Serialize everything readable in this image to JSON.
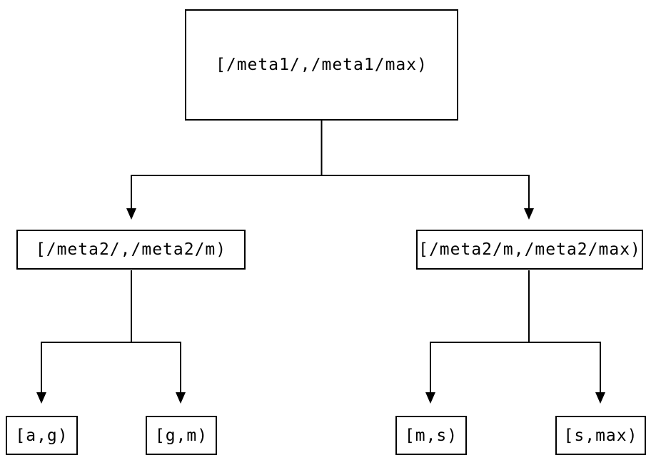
{
  "diagram": {
    "type": "binary-tree",
    "colors": {
      "background": "#ffffff",
      "line": "#000000",
      "box_border": "#000000",
      "text": "#000000"
    },
    "nodes": {
      "root": {
        "label": "[/meta1/,/meta1/max)"
      },
      "left": {
        "label": "[/meta2/,/meta2/m)"
      },
      "right": {
        "label": "[/meta2/m,/meta2/max)"
      },
      "leaf_ag": {
        "label": "[a,g)"
      },
      "leaf_gm": {
        "label": "[g,m)"
      },
      "leaf_ms": {
        "label": "[m,s)"
      },
      "leaf_smax": {
        "label": "[s,max)"
      }
    },
    "edges": [
      {
        "from": "root",
        "to": "left"
      },
      {
        "from": "root",
        "to": "right"
      },
      {
        "from": "left",
        "to": "leaf_ag"
      },
      {
        "from": "left",
        "to": "leaf_gm"
      },
      {
        "from": "right",
        "to": "leaf_ms"
      },
      {
        "from": "right",
        "to": "leaf_smax"
      }
    ]
  }
}
